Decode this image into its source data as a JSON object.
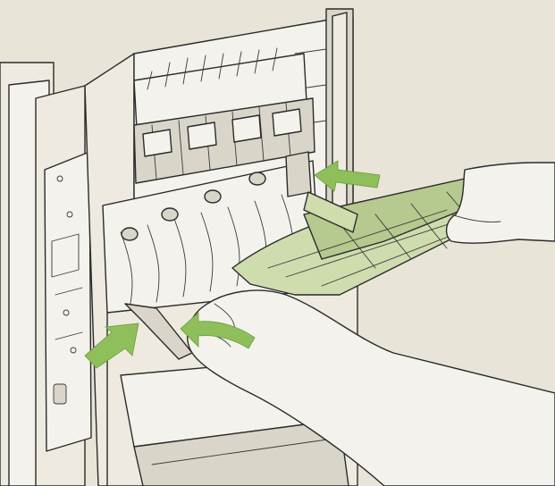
{
  "illustration": {
    "subject": "printer-rear-duplex-unit-removal",
    "colors": {
      "background": "#e8e4d8",
      "line": "#2b2b2b",
      "duplexer": "#cfdcae",
      "arrow": "#8fbf5a"
    },
    "arrows": [
      {
        "name": "push-in-arrow-top",
        "direction": "left"
      },
      {
        "name": "push-in-arrow-bottom-left",
        "direction": "up-right"
      },
      {
        "name": "rotate-lever-arrow",
        "direction": "left"
      }
    ]
  }
}
